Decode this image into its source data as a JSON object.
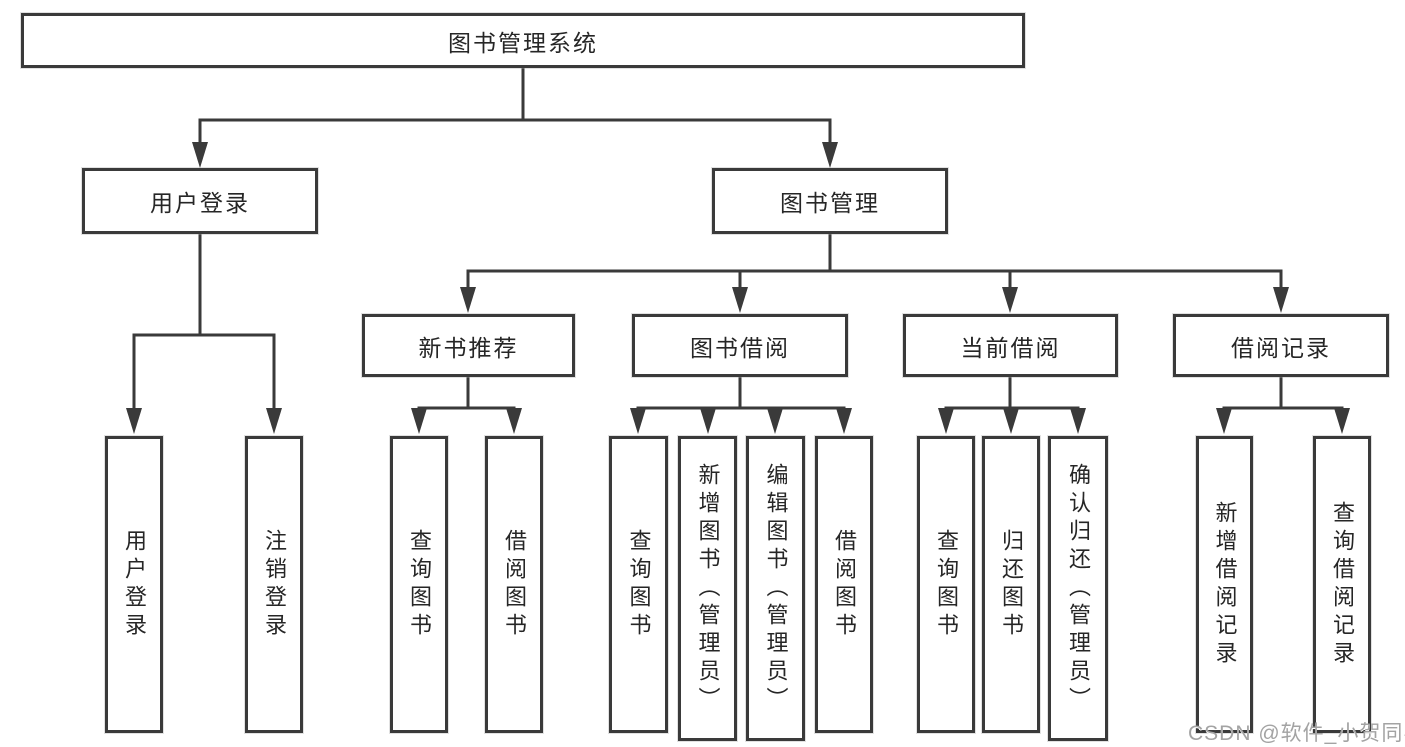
{
  "diagram": {
    "nodes": {
      "root": "图书管理系统",
      "user_login": "用户登录",
      "book_mgmt": "图书管理",
      "new_book": "新书推荐",
      "book_borrow": "图书借阅",
      "current_borrow": "当前借阅",
      "borrow_record": "借阅记录",
      "leaves": {
        "user_login": [
          "用户登录",
          "注销登录"
        ],
        "new_book": [
          "查询图书",
          "借阅图书"
        ],
        "book_borrow": [
          "查询图书",
          "新增图书（管理员）",
          "编辑图书（管理员）",
          "借阅图书"
        ],
        "current_borrow": [
          "查询图书",
          "归还图书",
          "确认归还（管理员）"
        ],
        "borrow_record": [
          "新增借阅记录",
          "查询借阅记录"
        ]
      }
    }
  },
  "watermark": "CSDN @软件_小贺同学",
  "colors": {
    "line": "#3a3a3a",
    "text": "#262626",
    "watermark": "#a3a3a3",
    "background": "#ffffff"
  }
}
